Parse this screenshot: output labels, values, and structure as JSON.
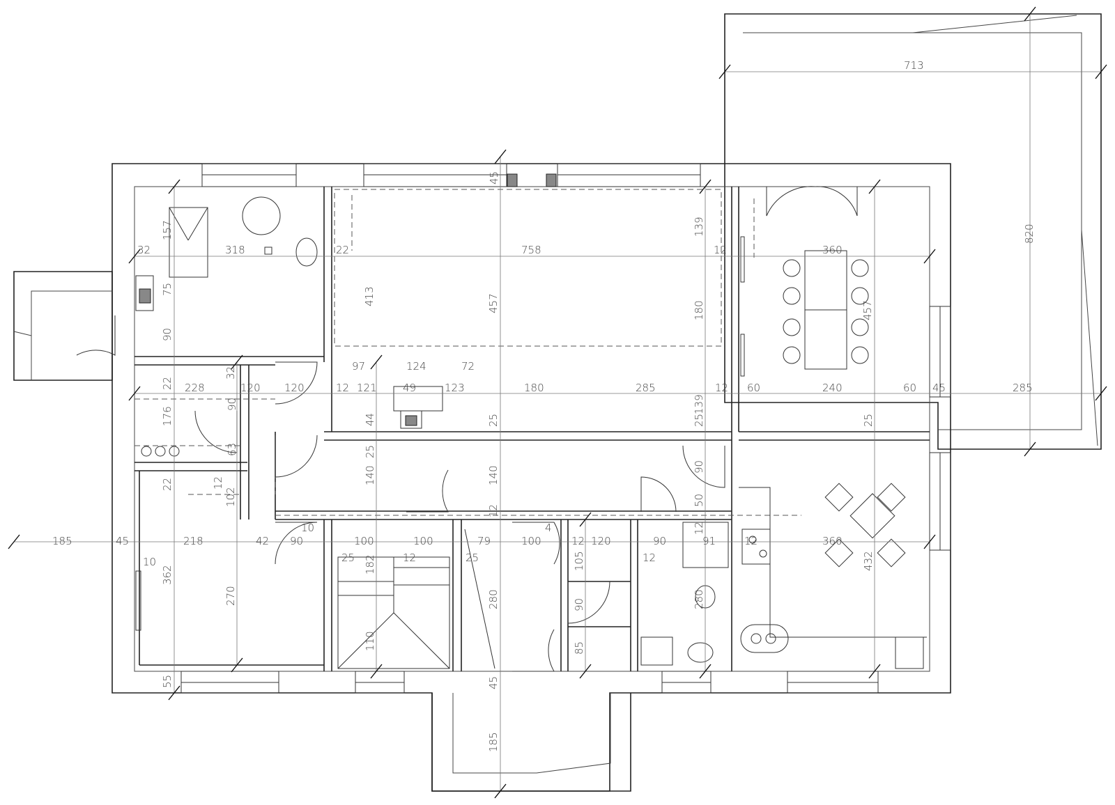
{
  "plan": {
    "dimensions": {
      "terrace_width": "713",
      "terrace_depth": "820",
      "side_45_top": "45",
      "top_room_157": "157",
      "wall_32": "32",
      "room_318": "318",
      "main_758": "758",
      "wall_22_top": "22",
      "hall_139_top": "139",
      "wall_12_a": "12",
      "dining_360": "360",
      "chimney_75": "75",
      "height_413": "413",
      "height_457_center": "457",
      "height_180_right": "180",
      "dining_457": "457",
      "entry_90": "90",
      "seg_97": "97",
      "seg_124": "124",
      "seg_72": "72",
      "wall_22_mid": "22",
      "wall_32_mid": "32",
      "seg_228": "228",
      "seg_120_small": "120",
      "seg_120": "120",
      "wall_12_b": "12",
      "seg_121": "121",
      "seg_49": "49",
      "seg_123": "123",
      "seg_180": "180",
      "seg_285_mid": "285",
      "hall_139_mid": "139",
      "wall_12_c": "12",
      "seg_60_a": "60",
      "seg_240": "240",
      "seg_60_b": "60",
      "wall_45_right": "45",
      "seg_285_right": "285",
      "height_176": "176",
      "door_90_v": "90",
      "height_44": "44",
      "wall_25_a": "25",
      "wall_25_b": "25",
      "wall_25_c": "25",
      "height_63": "63",
      "wall_25_d": "25",
      "door_90_b": "90",
      "wall_22_c": "22",
      "wall_12_d": "12",
      "height_102": "102",
      "height_140_a": "140",
      "height_140_b": "140",
      "height_50": "50",
      "wall_12_e": "12",
      "wall_12_f": "12",
      "wall_10_a": "10",
      "wall_4": "4",
      "seg_185_left": "185",
      "wall_45_left": "45",
      "seg_218": "218",
      "seg_42": "42",
      "seg_90_a": "90",
      "seg_100_a": "100",
      "seg_100_b": "100",
      "seg_79": "79",
      "seg_100_c": "100",
      "wall_12_g": "12",
      "seg_120_b": "120",
      "seg_90_b": "90",
      "seg_91": "91",
      "wall_12_h": "12",
      "seg_360_kitchen": "360",
      "wall_25_e": "25",
      "wall_12_i": "12",
      "wall_25_f": "25",
      "wall_12_j": "12",
      "wall_10_b": "10",
      "height_362": "362",
      "height_182": "182",
      "height_105": "105",
      "height_432": "432",
      "height_270": "270",
      "height_280_a": "280",
      "height_280_b": "280",
      "height_90_c": "90",
      "height_110": "110",
      "height_85": "85",
      "wall_55": "55",
      "wall_45_bottom": "45",
      "porch_185": "185"
    }
  }
}
